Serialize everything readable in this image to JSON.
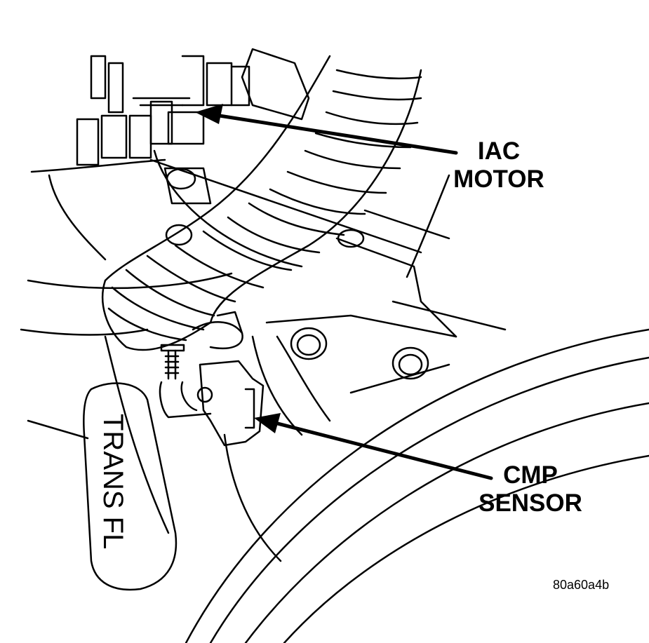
{
  "labels": {
    "iac_line1": "IAC",
    "iac_line2": "MOTOR",
    "cmp_line1": "CMP",
    "cmp_line2": "SENSOR",
    "trans": "TRANS FL",
    "ref_code": "80a60a4b"
  },
  "colors": {
    "ink": "#000000",
    "paper": "#ffffff"
  }
}
